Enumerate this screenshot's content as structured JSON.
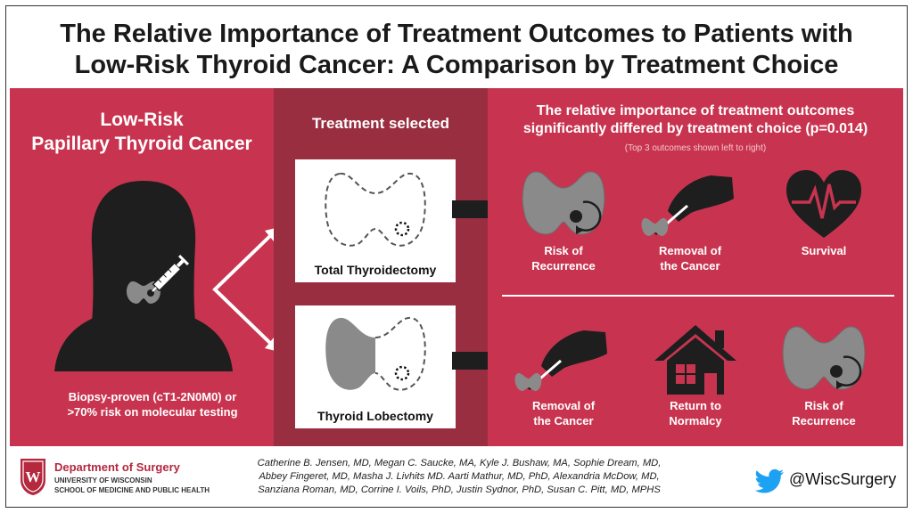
{
  "title": {
    "line1": "The Relative Importance of Treatment Outcomes to Patients with",
    "line2": "Low-Risk Thyroid Cancer: A Comparison by Treatment Choice"
  },
  "left": {
    "heading_line1": "Low-Risk",
    "heading_line2": "Papillary Thyroid Cancer",
    "note_line1": "Biopsy-proven (cT1-2N0M0) or",
    "note_line2": ">70% risk on molecular testing"
  },
  "middle": {
    "heading": "Treatment selected",
    "treatments": [
      {
        "label": "Total Thyroidectomy"
      },
      {
        "label": "Thyroid Lobectomy"
      }
    ]
  },
  "right": {
    "heading_line1": "The relative importance of treatment outcomes",
    "heading_line2": "significantly differed by treatment choice (p=0.014)",
    "subheading": "(Top 3 outcomes shown left to right)",
    "total_outcomes": [
      {
        "line1": "Risk of",
        "line2": "Recurrence",
        "icon": "thyroid-recurrence-icon"
      },
      {
        "line1": "Removal of",
        "line2": "the Cancer",
        "icon": "hand-scalpel-icon"
      },
      {
        "line1": "Survival",
        "line2": "",
        "icon": "heart-pulse-icon"
      }
    ],
    "lobectomy_outcomes": [
      {
        "line1": "Removal of",
        "line2": "the Cancer",
        "icon": "hand-scalpel-icon"
      },
      {
        "line1": "Return to",
        "line2": "Normalcy",
        "icon": "house-icon"
      },
      {
        "line1": "Risk of",
        "line2": "Recurrence",
        "icon": "thyroid-recurrence-icon"
      }
    ]
  },
  "footer": {
    "dept_name": "Department of Surgery",
    "university": "UNIVERSITY OF WISCONSIN",
    "school": "SCHOOL OF MEDICINE AND PUBLIC HEALTH",
    "logo_letter": "W",
    "authors_line1": "Catherine B. Jensen, MD, Megan C. Saucke, MA, Kyle J. Bushaw, MA, Sophie Dream, MD,",
    "authors_line2": "Abbey Fingeret, MD, Masha J. Livhits MD. Aarti Mathur, MD, PhD, Alexandria McDow, MD,",
    "authors_line3": "Sanziana Roman, MD, Corrine I. Voils, PhD, Justin Sydnor, PhD, Susan C. Pitt, MD, MPHS",
    "twitter_handle": "@WiscSurgery"
  },
  "colors": {
    "primary_red": "#c8344f",
    "dark_red": "#992e41",
    "icon_dark": "#2a2a2a",
    "thyroid_gray": "#8a8a8a"
  }
}
